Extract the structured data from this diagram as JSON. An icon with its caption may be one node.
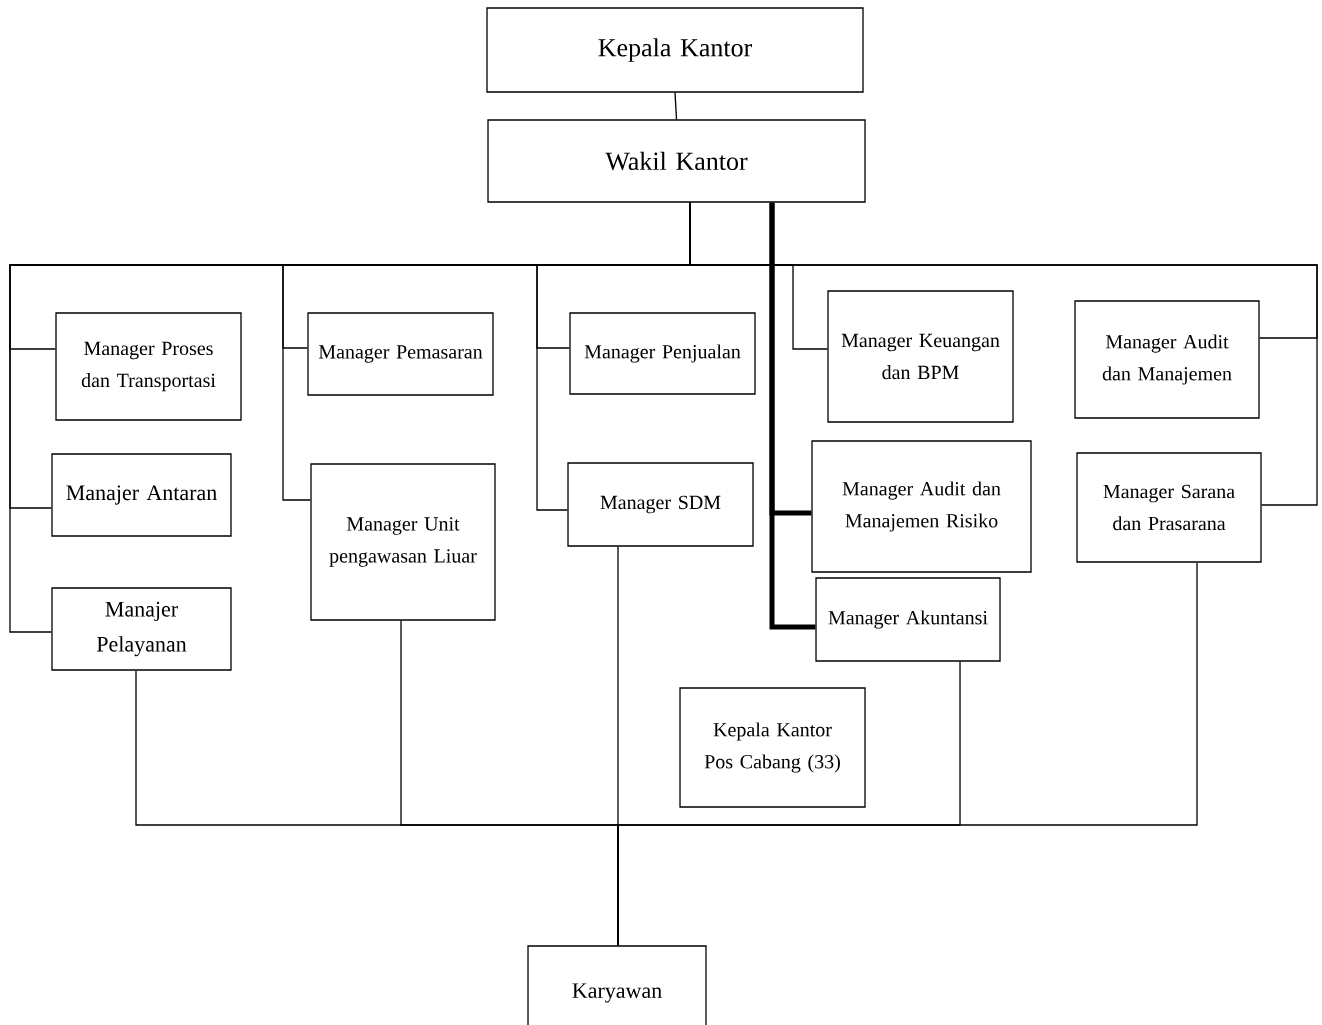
{
  "diagram": {
    "nodes": [
      {
        "text": [
          "Kepala Kantor"
        ]
      },
      {
        "text": [
          "Wakil Kantor"
        ]
      },
      {
        "text": [
          "Manager Proses dan Transportasi"
        ]
      },
      {
        "text": [
          "Manajer Antaran"
        ]
      },
      {
        "text": [
          "Manajer Pelayanan"
        ]
      },
      {
        "text": [
          "Manager Pemasaran"
        ]
      },
      {
        "text": [
          "Manager Unit pengawasan Liuar"
        ]
      },
      {
        "text": [
          "Manager Penjualan"
        ]
      },
      {
        "text": [
          "Manager SDM"
        ]
      },
      {
        "text": [
          "Manager Keuangan dan BPM"
        ]
      },
      {
        "text": [
          "Manager Audit dan Manajemen Risiko"
        ]
      },
      {
        "text": [
          "Manager Akuntansi"
        ]
      },
      {
        "text": [
          "Kepala Kantor Pos Cabang (33)"
        ]
      },
      {
        "text": [
          "Manager Audit dan Manajemen"
        ]
      },
      {
        "text": [
          "Manager Sarana dan Prasarana"
        ]
      },
      {
        "text": [
          "Karyawan"
        ]
      }
    ],
    "edges": [
      {
        "from": 0,
        "to": 1,
        "arrow": "none"
      },
      {
        "from": 1,
        "to": 2,
        "arrow": "none"
      },
      {
        "from": 1,
        "to": 3,
        "arrow": "none"
      },
      {
        "from": 1,
        "to": 4,
        "arrow": "none"
      },
      {
        "from": 1,
        "to": 5,
        "arrow": "none"
      },
      {
        "from": 1,
        "to": 6,
        "arrow": "none"
      },
      {
        "from": 1,
        "to": 7,
        "arrow": "none"
      },
      {
        "from": 1,
        "to": 8,
        "arrow": "none"
      },
      {
        "from": 1,
        "to": 9,
        "arrow": "none"
      },
      {
        "from": 1,
        "to": 10,
        "arrow": "none",
        "style": "thick"
      },
      {
        "from": 1,
        "to": 11,
        "arrow": "none",
        "style": "thick"
      },
      {
        "from": 1,
        "to": 13,
        "arrow": "none"
      },
      {
        "from": 1,
        "to": 14,
        "arrow": "none"
      },
      {
        "from": 4,
        "to": 15,
        "arrow": "none"
      },
      {
        "from": 6,
        "to": 15,
        "arrow": "none"
      },
      {
        "from": 8,
        "to": 15,
        "arrow": "none"
      },
      {
        "from": 11,
        "to": 15,
        "arrow": "none"
      },
      {
        "from": 14,
        "to": 15,
        "arrow": "none"
      }
    ]
  }
}
